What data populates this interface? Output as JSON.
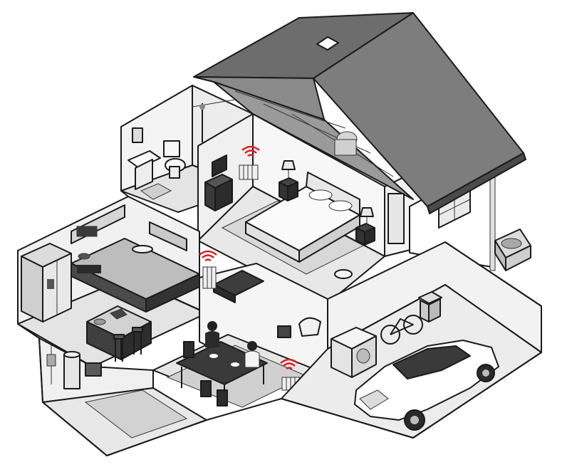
{
  "colors": {
    "outline": "#1a1a1a",
    "roof": "#7a7a7a",
    "roof_dark": "#5e5e5e",
    "wall_light": "#f2f2f2",
    "wall_mid": "#d9d9d9",
    "floor": "#e6e6e6",
    "rug": "#c4c4c4",
    "dark_furniture": "#3a3a3a",
    "signal": "#d42020"
  },
  "icons": {
    "signal": "wifi-signal-icon",
    "roof_vent": "skylight-icon"
  },
  "rooms": [
    "bathroom",
    "bedroom",
    "attic",
    "kitchen",
    "dining-room",
    "living-room",
    "garage",
    "basement",
    "utility"
  ],
  "signal_sources": [
    {
      "room": "bedroom"
    },
    {
      "room": "kitchen"
    },
    {
      "room": "dining-room"
    }
  ]
}
